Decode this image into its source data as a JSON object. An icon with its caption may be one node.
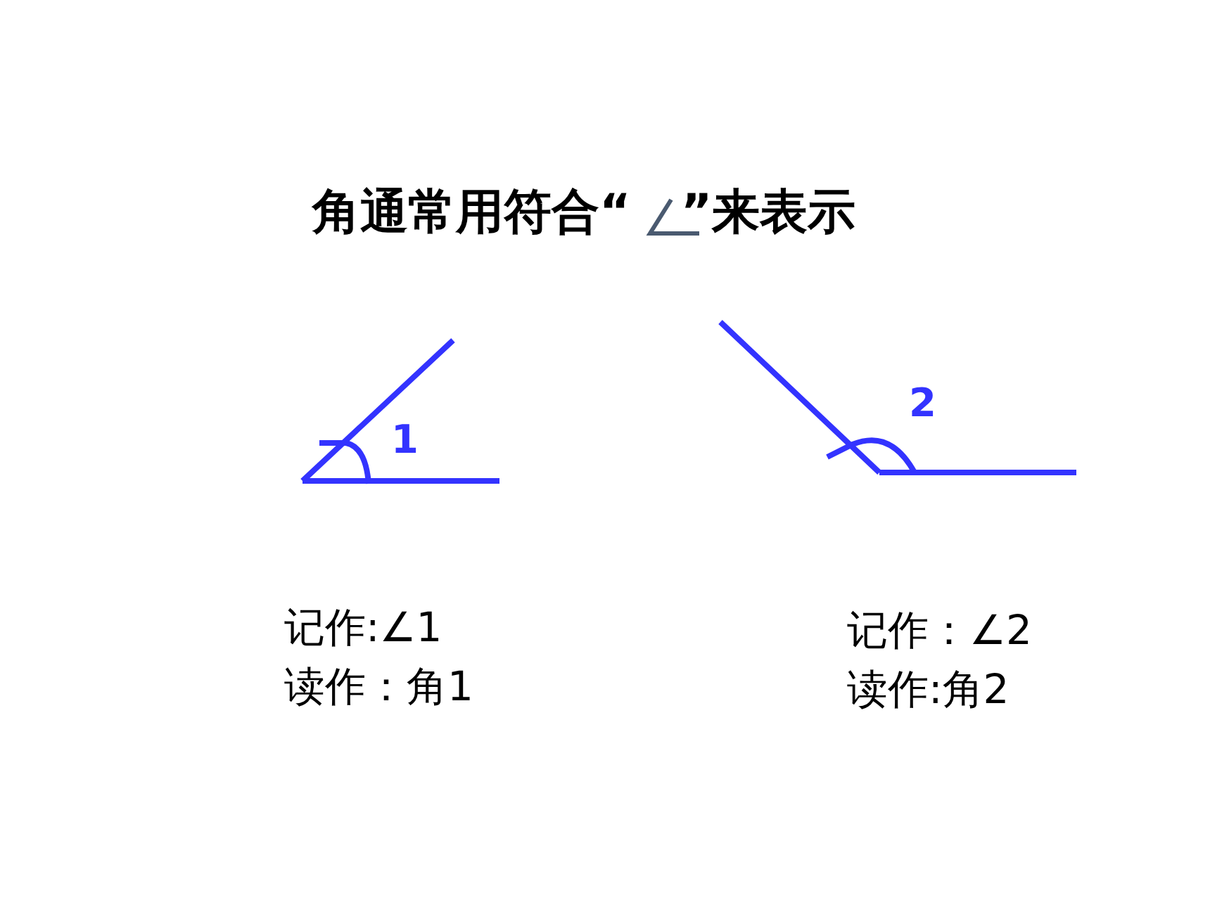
{
  "diagram": {
    "title": "角通常用符合“   ”来表示",
    "labels": [
      "1",
      "2",
      "记作:∠1",
      "读作：角1",
      "记作：∠2",
      "读作:角2"
    ]
  }
}
